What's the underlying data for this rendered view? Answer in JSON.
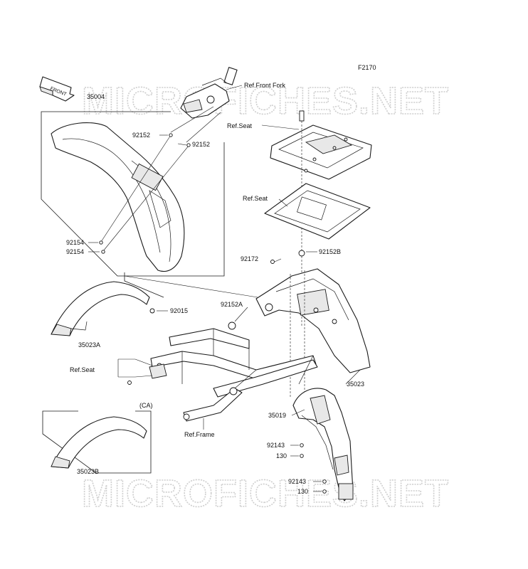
{
  "diagram_code": "F2170",
  "front_arrow": "FRONT",
  "watermark": "MICROFICHES.NET",
  "labels": {
    "ref_front_fork": "Ref.Front Fork",
    "p35004": "35004",
    "p92152_a": "92152",
    "p92152_b": "92152",
    "ref_seat_top": "Ref.Seat",
    "ref_seat_mid": "Ref.Seat",
    "p92154_a": "92154",
    "p92154_b": "92154",
    "p92172": "92172",
    "p92152B": "92152B",
    "p92015": "92015",
    "p92152A": "92152A",
    "p35023A": "35023A",
    "ref_seat_left": "Ref.Seat",
    "p35023": "35023",
    "ca": "(CA)",
    "p35019": "35019",
    "ref_frame": "Ref.Frame",
    "p92143_a": "92143",
    "p130_a": "130",
    "p35023B": "35023B",
    "p92143_b": "92143",
    "p130_b": "130"
  }
}
